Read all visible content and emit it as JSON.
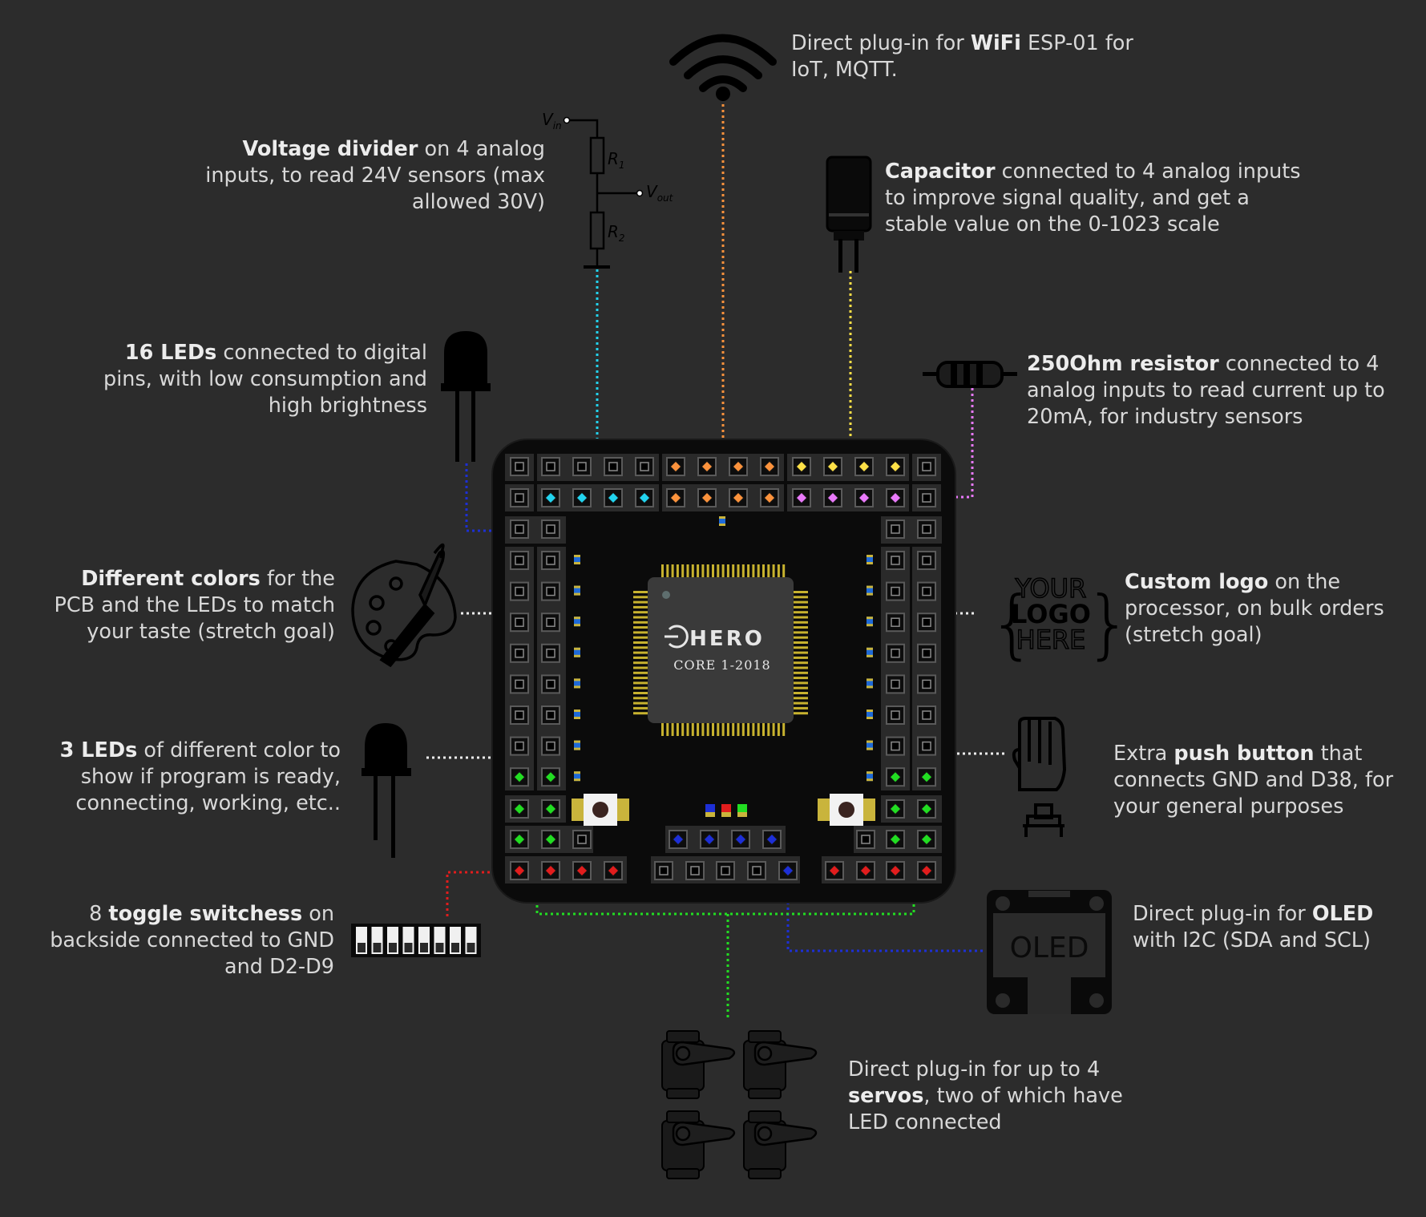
{
  "captions": {
    "wifi": {
      "pre": "Direct plug-in for ",
      "bold": "WiFi",
      "post": " ESP-01 for IoT, MQTT."
    },
    "voltage_divider": {
      "pre": "",
      "bold": "Voltage divider",
      "post": " on 4 analog inputs, to read 24V sensors (max allowed 30V)"
    },
    "capacitor": {
      "pre": "",
      "bold": "Capacitor",
      "post": " connected to 4 analog inputs to improve signal quality, and get a stable value on the 0-1023 scale"
    },
    "leds16": {
      "pre": "",
      "bold": "16 LEDs",
      "post": " connected to digital pins, with low consumption and high brightness"
    },
    "resistor": {
      "pre": "",
      "bold": "250Ohm resistor",
      "post": " connected to 4 analog inputs to read current up to 20mA, for industry sensors"
    },
    "colors": {
      "pre": "",
      "bold": "Different colors",
      "post": " for the PCB and the LEDs to match your taste (stretch goal)"
    },
    "custom_logo": {
      "pre": "",
      "bold": "Custom logo",
      "post": " on the processor, on bulk orders (stretch goal)"
    },
    "leds3": {
      "pre": "",
      "bold": "3 LEDs",
      "post": " of different color to show if program is ready, connecting, working, etc.."
    },
    "push_button": {
      "pre": "Extra ",
      "bold": "push button",
      "post": " that connects GND and D38, for your general purposes"
    },
    "toggle": {
      "pre": "8 ",
      "bold": "toggle switchess",
      "post": " on backside connected to GND and D2-D9"
    },
    "oled": {
      "pre": "Direct plug-in for ",
      "bold": "OLED",
      "post": " with I2C (SDA and SCL)"
    },
    "servos": {
      "pre": "Direct plug-in for up to 4 ",
      "bold": "servos",
      "post": ", two of which have LED connected"
    }
  },
  "schematic": {
    "vin": "V",
    "vin_sub": "in",
    "vout": "V",
    "vout_sub": "out",
    "r1": "R",
    "r1_sub": "1",
    "r2": "R",
    "r2_sub": "2"
  },
  "chip": {
    "brand": "HERO",
    "model": "CORE 1-2018"
  },
  "logo_placeholder": [
    "YOUR",
    "LOGO",
    "HERE"
  ],
  "oled_label": "OLED",
  "colors": {
    "background": "#2c2c2c",
    "pcb": "#0b0b0b",
    "cyan": "#22d3ee",
    "orange": "#fb923c",
    "yellow": "#fde047",
    "magenta": "#e879f9",
    "blue": "#1d2fd6",
    "green": "#22dd22",
    "red": "#e11d1d",
    "white": "#eeeeee"
  },
  "icons": [
    "wifi-icon",
    "voltage-divider-schematic",
    "capacitor-icon",
    "led-icon",
    "resistor-icon",
    "palette-icon",
    "logo-placeholder-icon",
    "hand-pointer-icon",
    "push-button-icon",
    "dip-switch-icon",
    "oled-icon",
    "servo-icon"
  ]
}
